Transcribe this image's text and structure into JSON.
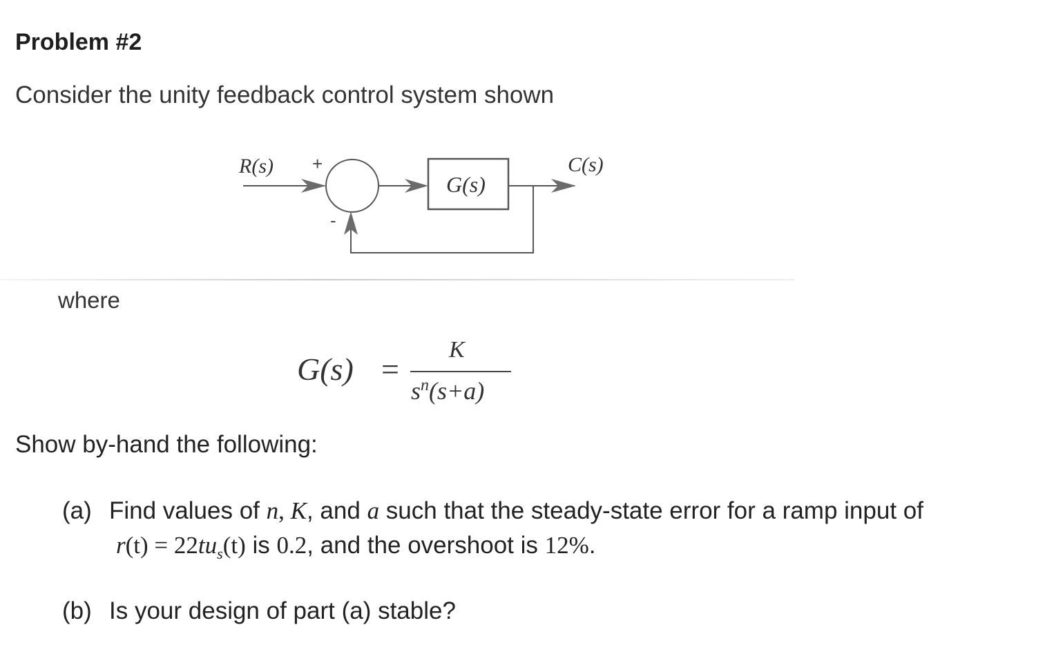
{
  "problem": {
    "title": "Problem #2",
    "intro": "Consider the unity feedback control system shown",
    "where": "where",
    "show": "Show by-hand the following:"
  },
  "diagram": {
    "input_label": "R(s)",
    "plus_sign": "+",
    "minus_sign": "-",
    "block_label": "G(s)",
    "output_label": "C(s)"
  },
  "equation": {
    "lhs": "G(s)",
    "equals": "=",
    "numerator": "K",
    "denominator_base": "s",
    "denominator_exp": "n",
    "denominator_rest": "(s+a)"
  },
  "parts": {
    "a_label": "(a)",
    "a_text_1": "Find values of ",
    "a_n": "n",
    "a_comma1": ", ",
    "a_K": "K",
    "a_comma2": ", and ",
    "a_a": "a",
    "a_text_2": " such that the steady-state error for a ramp input of",
    "a_r": "r",
    "a_t_paren": "(t)",
    "a_eq": " = 22",
    "a_tu": "tu",
    "a_sub": "s",
    "a_t_paren2": "(t)",
    "a_is": " is ",
    "a_val": "0.2",
    "a_mid": ", and the overshoot is ",
    "a_pct": "12%",
    "a_end": ".",
    "b_label": "(b)",
    "b_text": "Is your design of part (a) stable?"
  }
}
